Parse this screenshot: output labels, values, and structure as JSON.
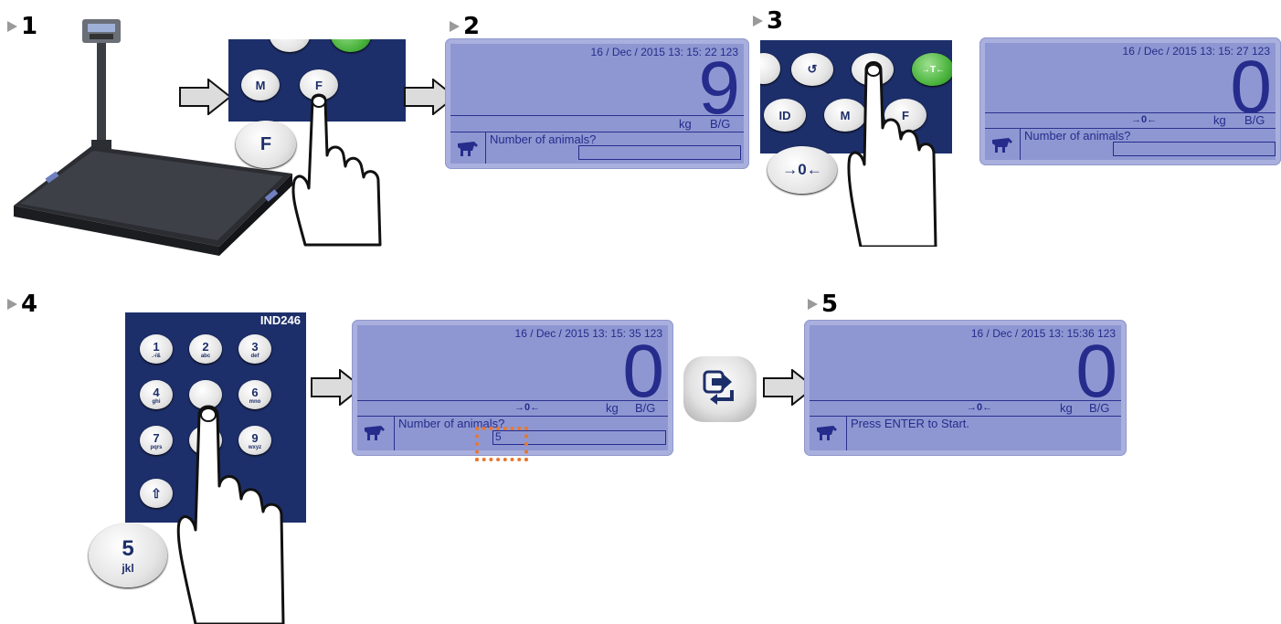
{
  "steps": [
    "1",
    "2",
    "3",
    "4",
    "5"
  ],
  "keys": {
    "m": "M",
    "f": "F",
    "id": "ID",
    "zero": "→0←",
    "tare": "→T←",
    "k1": "1",
    "k1s": ".-/&",
    "k2": "2",
    "k2s": "abc",
    "k3": "3",
    "k3s": "def",
    "k4": "4",
    "k4s": "ghi",
    "k6": "6",
    "k6s": "mno",
    "k7": "7",
    "k7s": "pqrs",
    "k9": "9",
    "k9s": "wxyz",
    "k5": "5",
    "k5s": "jkl"
  },
  "model_label": "IND246",
  "displays": [
    {
      "datetime": "16 / Dec / 2015  13: 15: 22  123",
      "value": "9",
      "zero": "",
      "unit": "kg",
      "mode": "B/G",
      "prompt": "Number of animals?",
      "input": ""
    },
    {
      "datetime": "16 / Dec / 2015  13: 15: 27  123",
      "value": "0",
      "zero": "→0←",
      "unit": "kg",
      "mode": "B/G",
      "prompt": "Number of animals?",
      "input": ""
    },
    {
      "datetime": "16 / Dec / 2015  13: 15: 35  123",
      "value": "0",
      "zero": "→0←",
      "unit": "kg",
      "mode": "B/G",
      "prompt": "Number of animals?",
      "input": "5"
    },
    {
      "datetime": "16 / Dec / 2015  13: 15:36  123",
      "value": "0",
      "zero": "→0←",
      "unit": "kg",
      "mode": "B/G",
      "prompt": "Press  ENTER to  Start.",
      "input": ""
    }
  ],
  "colors": {
    "lcd_text": "#252c8c",
    "lcd_bg": "#8f97d2",
    "panel": "#1d2f6a",
    "highlight": "#e8772e",
    "tare_key": "#4bb43e"
  }
}
